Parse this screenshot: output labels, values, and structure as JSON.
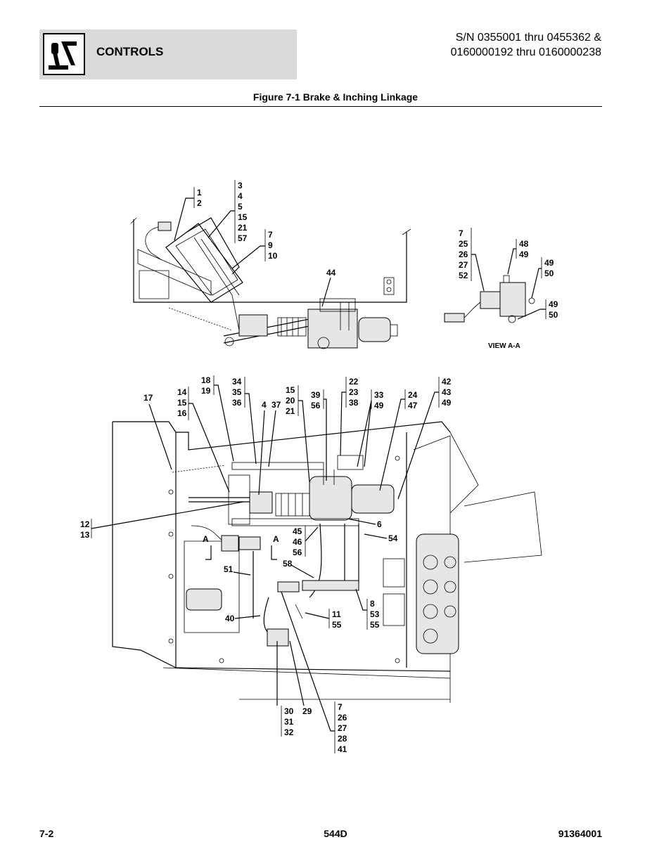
{
  "header": {
    "section": "CONTROLS",
    "serial_line1": "S/N 0355001 thru 0455362 &",
    "serial_line2": "0160000192 thru 0160000238",
    "logo_icon": "joystick-icon"
  },
  "figure": {
    "title": "Figure 7-1 Brake & Inching Linkage",
    "view_label": "VIEW A-A",
    "section_marks": [
      "A",
      "A"
    ],
    "callouts": [
      {
        "id": "c-1-2",
        "lines": [
          "1",
          "2"
        ]
      },
      {
        "id": "c-3-57",
        "lines": [
          "3",
          "4",
          "5",
          "15",
          "21",
          "57"
        ]
      },
      {
        "id": "c-7-10",
        "lines": [
          "7",
          "9",
          "10"
        ]
      },
      {
        "id": "c-44",
        "lines": [
          "44"
        ]
      },
      {
        "id": "c-7-52",
        "lines": [
          "7",
          "25",
          "26",
          "27",
          "52"
        ]
      },
      {
        "id": "c-48-49",
        "lines": [
          "48",
          "49"
        ]
      },
      {
        "id": "c-49-50a",
        "lines": [
          "49",
          "50"
        ]
      },
      {
        "id": "c-49-50b",
        "lines": [
          "49",
          "50"
        ]
      },
      {
        "id": "c-17",
        "lines": [
          "17"
        ]
      },
      {
        "id": "c-14-16",
        "lines": [
          "14",
          "15",
          "16"
        ]
      },
      {
        "id": "c-18-19",
        "lines": [
          "18",
          "19"
        ]
      },
      {
        "id": "c-34-36",
        "lines": [
          "34",
          "35",
          "36"
        ]
      },
      {
        "id": "c-4",
        "lines": [
          "4"
        ]
      },
      {
        "id": "c-37",
        "lines": [
          "37"
        ]
      },
      {
        "id": "c-15-21",
        "lines": [
          "15",
          "20",
          "21"
        ]
      },
      {
        "id": "c-39-56",
        "lines": [
          "39",
          "56"
        ]
      },
      {
        "id": "c-22-38",
        "lines": [
          "22",
          "23",
          "38"
        ]
      },
      {
        "id": "c-33-49",
        "lines": [
          "33",
          "49"
        ]
      },
      {
        "id": "c-24-47",
        "lines": [
          "24",
          "47"
        ]
      },
      {
        "id": "c-42-49",
        "lines": [
          "42",
          "43",
          "49"
        ]
      },
      {
        "id": "c-12-13",
        "lines": [
          "12",
          "13"
        ]
      },
      {
        "id": "c-6",
        "lines": [
          "6"
        ]
      },
      {
        "id": "c-54",
        "lines": [
          "54"
        ]
      },
      {
        "id": "c-45-56",
        "lines": [
          "45",
          "46",
          "56"
        ]
      },
      {
        "id": "c-58",
        "lines": [
          "58"
        ]
      },
      {
        "id": "c-51",
        "lines": [
          "51"
        ]
      },
      {
        "id": "c-40",
        "lines": [
          "40"
        ]
      },
      {
        "id": "c-11-55",
        "lines": [
          "11",
          "55"
        ]
      },
      {
        "id": "c-8-55",
        "lines": [
          "8",
          "53",
          "55"
        ]
      },
      {
        "id": "c-30-32",
        "lines": [
          "30",
          "31",
          "32"
        ]
      },
      {
        "id": "c-29",
        "lines": [
          "29"
        ]
      },
      {
        "id": "c-7-41",
        "lines": [
          "7",
          "26",
          "27",
          "28",
          "41"
        ]
      }
    ]
  },
  "footer": {
    "page": "7-2",
    "model": "544D",
    "part_number": "91364001"
  }
}
